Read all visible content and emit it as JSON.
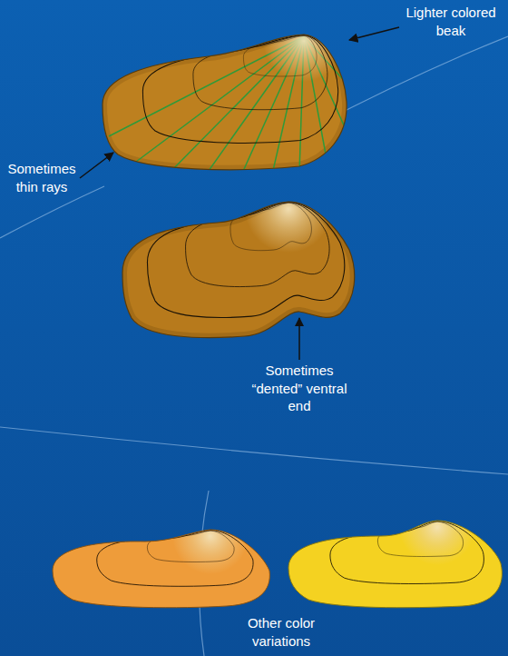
{
  "diagram": {
    "labels": [
      "Lighter colored beak",
      "Sometimes thin rays",
      "Sometimes “dented” ventral end",
      "Other color variations"
    ]
  }
}
